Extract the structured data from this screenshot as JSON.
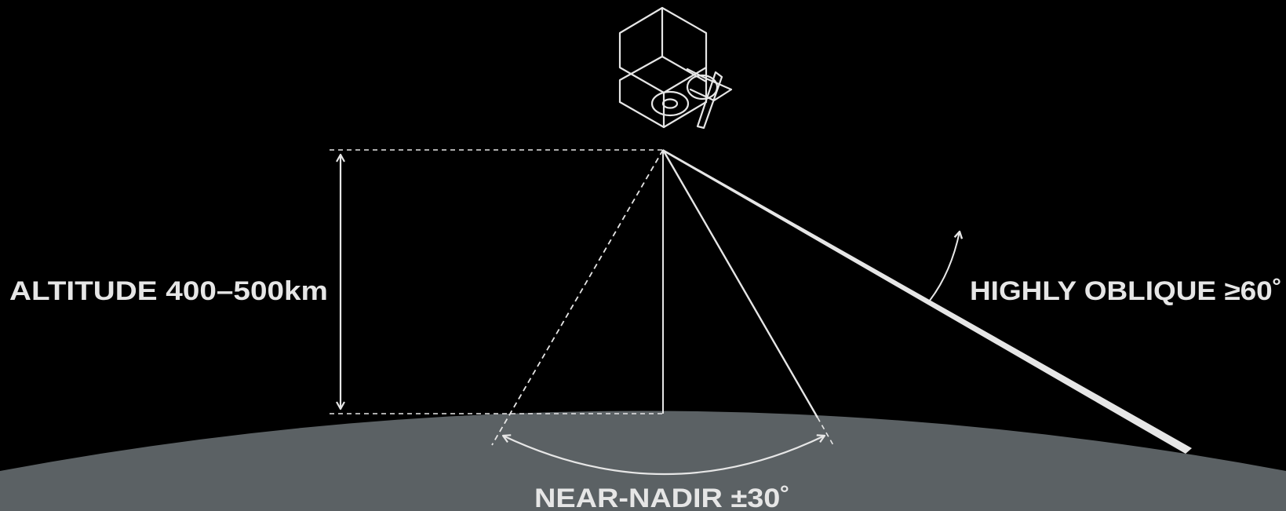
{
  "labels": {
    "altitude": "ALTITUDE 400–500km",
    "oblique": "HIGHLY OBLIQUE ≥60˚",
    "nadir": "NEAR-NADIR ±30˚"
  },
  "colors": {
    "background": "#000000",
    "earth": "#5b6164",
    "line": "#e6e6e6"
  },
  "icons": {
    "satellite": "satellite-icon"
  }
}
